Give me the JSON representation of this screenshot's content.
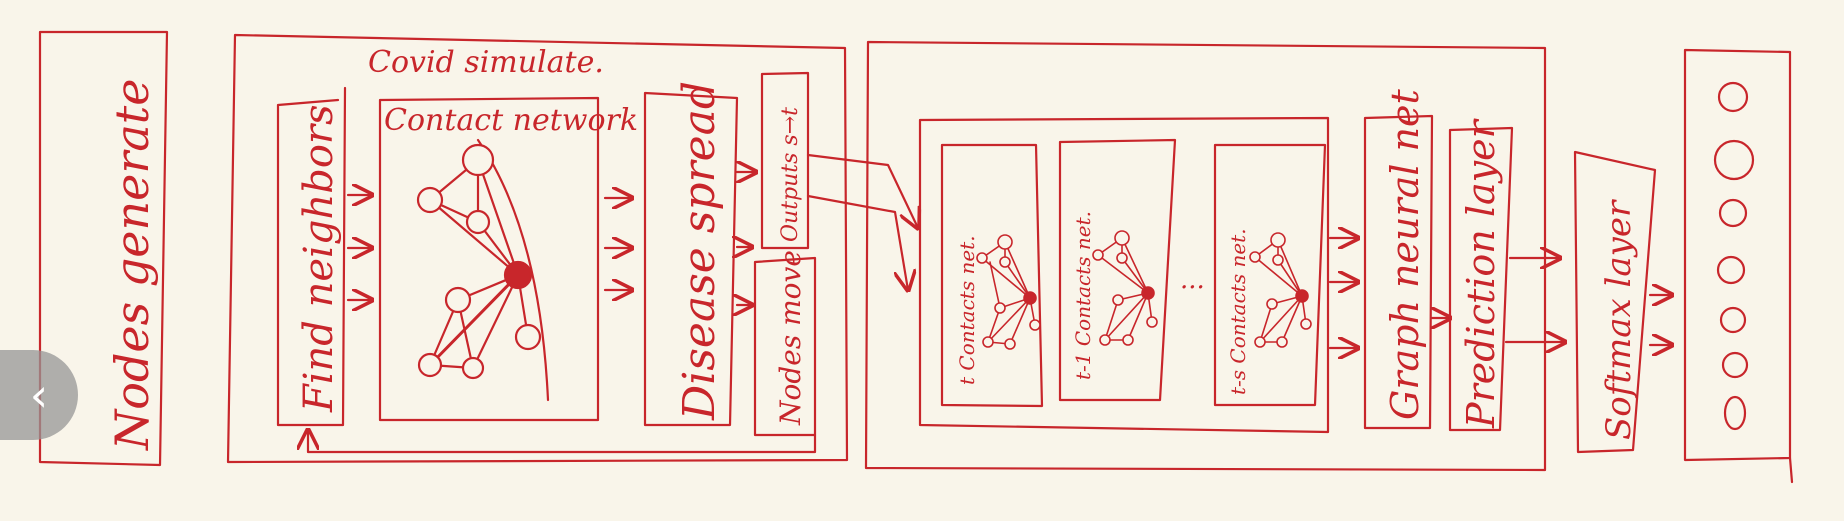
{
  "colors": {
    "ink": "#c8262b",
    "paper": "#f9f5ea",
    "nav_button": "#969696"
  },
  "icons": {
    "back": "chevron-left-icon"
  },
  "diagram": {
    "nodes_generate": "Nodes generate",
    "covid_simulate": "Covid simulate.",
    "find_neighbors": "Find neighbors",
    "contact_network_title": "Contact network",
    "disease_spread": "Disease spread",
    "outputs_ts": "Outputs s→t",
    "nodes_move": "Nodes move",
    "contact_net_t": "t  Contacts net.",
    "contact_net_t1": "t-1 Contacts net.",
    "ellipsis": "...",
    "contact_net_ts": "t-s Contacts net.",
    "graph_neural_net": "Graph neural net",
    "prediction_layer": "Prediction layer",
    "softmax_layer": "Softmax layer"
  },
  "nav": {
    "back_label": "‹"
  }
}
